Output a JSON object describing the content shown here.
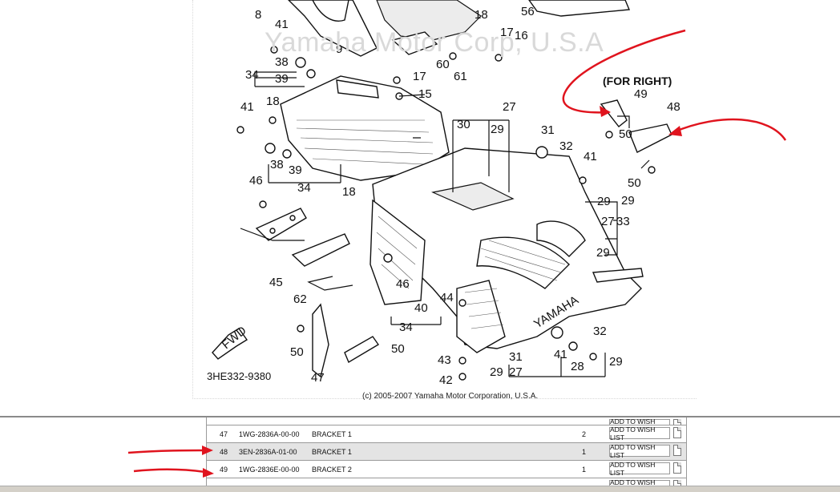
{
  "diagram": {
    "watermark": "Yamaha Motor Corp, U.S.A",
    "for_right_label": "(FOR RIGHT)",
    "code": "3HE332-9380",
    "copyright": "(c) 2005-2007 Yamaha Motor Corporation, U.S.A.",
    "brand_mark": "YAMAHA",
    "fwd_label": "FWD",
    "callouts": [
      "8",
      "41",
      "38",
      "39",
      "34",
      "9",
      "18",
      "56",
      "17",
      "16",
      "60",
      "61",
      "17",
      "15",
      "41",
      "18",
      "38",
      "39",
      "34",
      "18",
      "46",
      "45",
      "62",
      "50",
      "47",
      "50",
      "46",
      "40",
      "34",
      "44",
      "43",
      "42",
      "30",
      "29",
      "27",
      "31",
      "32",
      "41",
      "29",
      "29",
      "27",
      "33",
      "29",
      "31",
      "41",
      "32",
      "28",
      "29",
      "27",
      "49",
      "48",
      "50",
      "50",
      "29"
    ]
  },
  "table": {
    "rows": [
      {
        "ref": "",
        "part_no": "",
        "description": "",
        "qty": "",
        "button": "ADD TO WISH LIST",
        "partial": true
      },
      {
        "ref": "47",
        "part_no": "1WG-2836A-00-00",
        "description": "BRACKET 1",
        "qty": "2",
        "button": "ADD TO WISH LIST"
      },
      {
        "ref": "48",
        "part_no": "3EN-2836A-01-00",
        "description": "BRACKET 1",
        "qty": "1",
        "button": "ADD TO WISH LIST",
        "highlighted": true
      },
      {
        "ref": "49",
        "part_no": "1WG-2836E-00-00",
        "description": "BRACKET 2",
        "qty": "1",
        "button": "ADD TO WISH LIST"
      },
      {
        "ref": "",
        "part_no": "",
        "description": "",
        "qty": "",
        "button": "ADD TO WISH LIST",
        "partial": true
      }
    ]
  },
  "colors": {
    "annotation_arrow": "#e0141e",
    "highlight_row": "#e4e4e4",
    "table_border": "#9a9a9a"
  }
}
